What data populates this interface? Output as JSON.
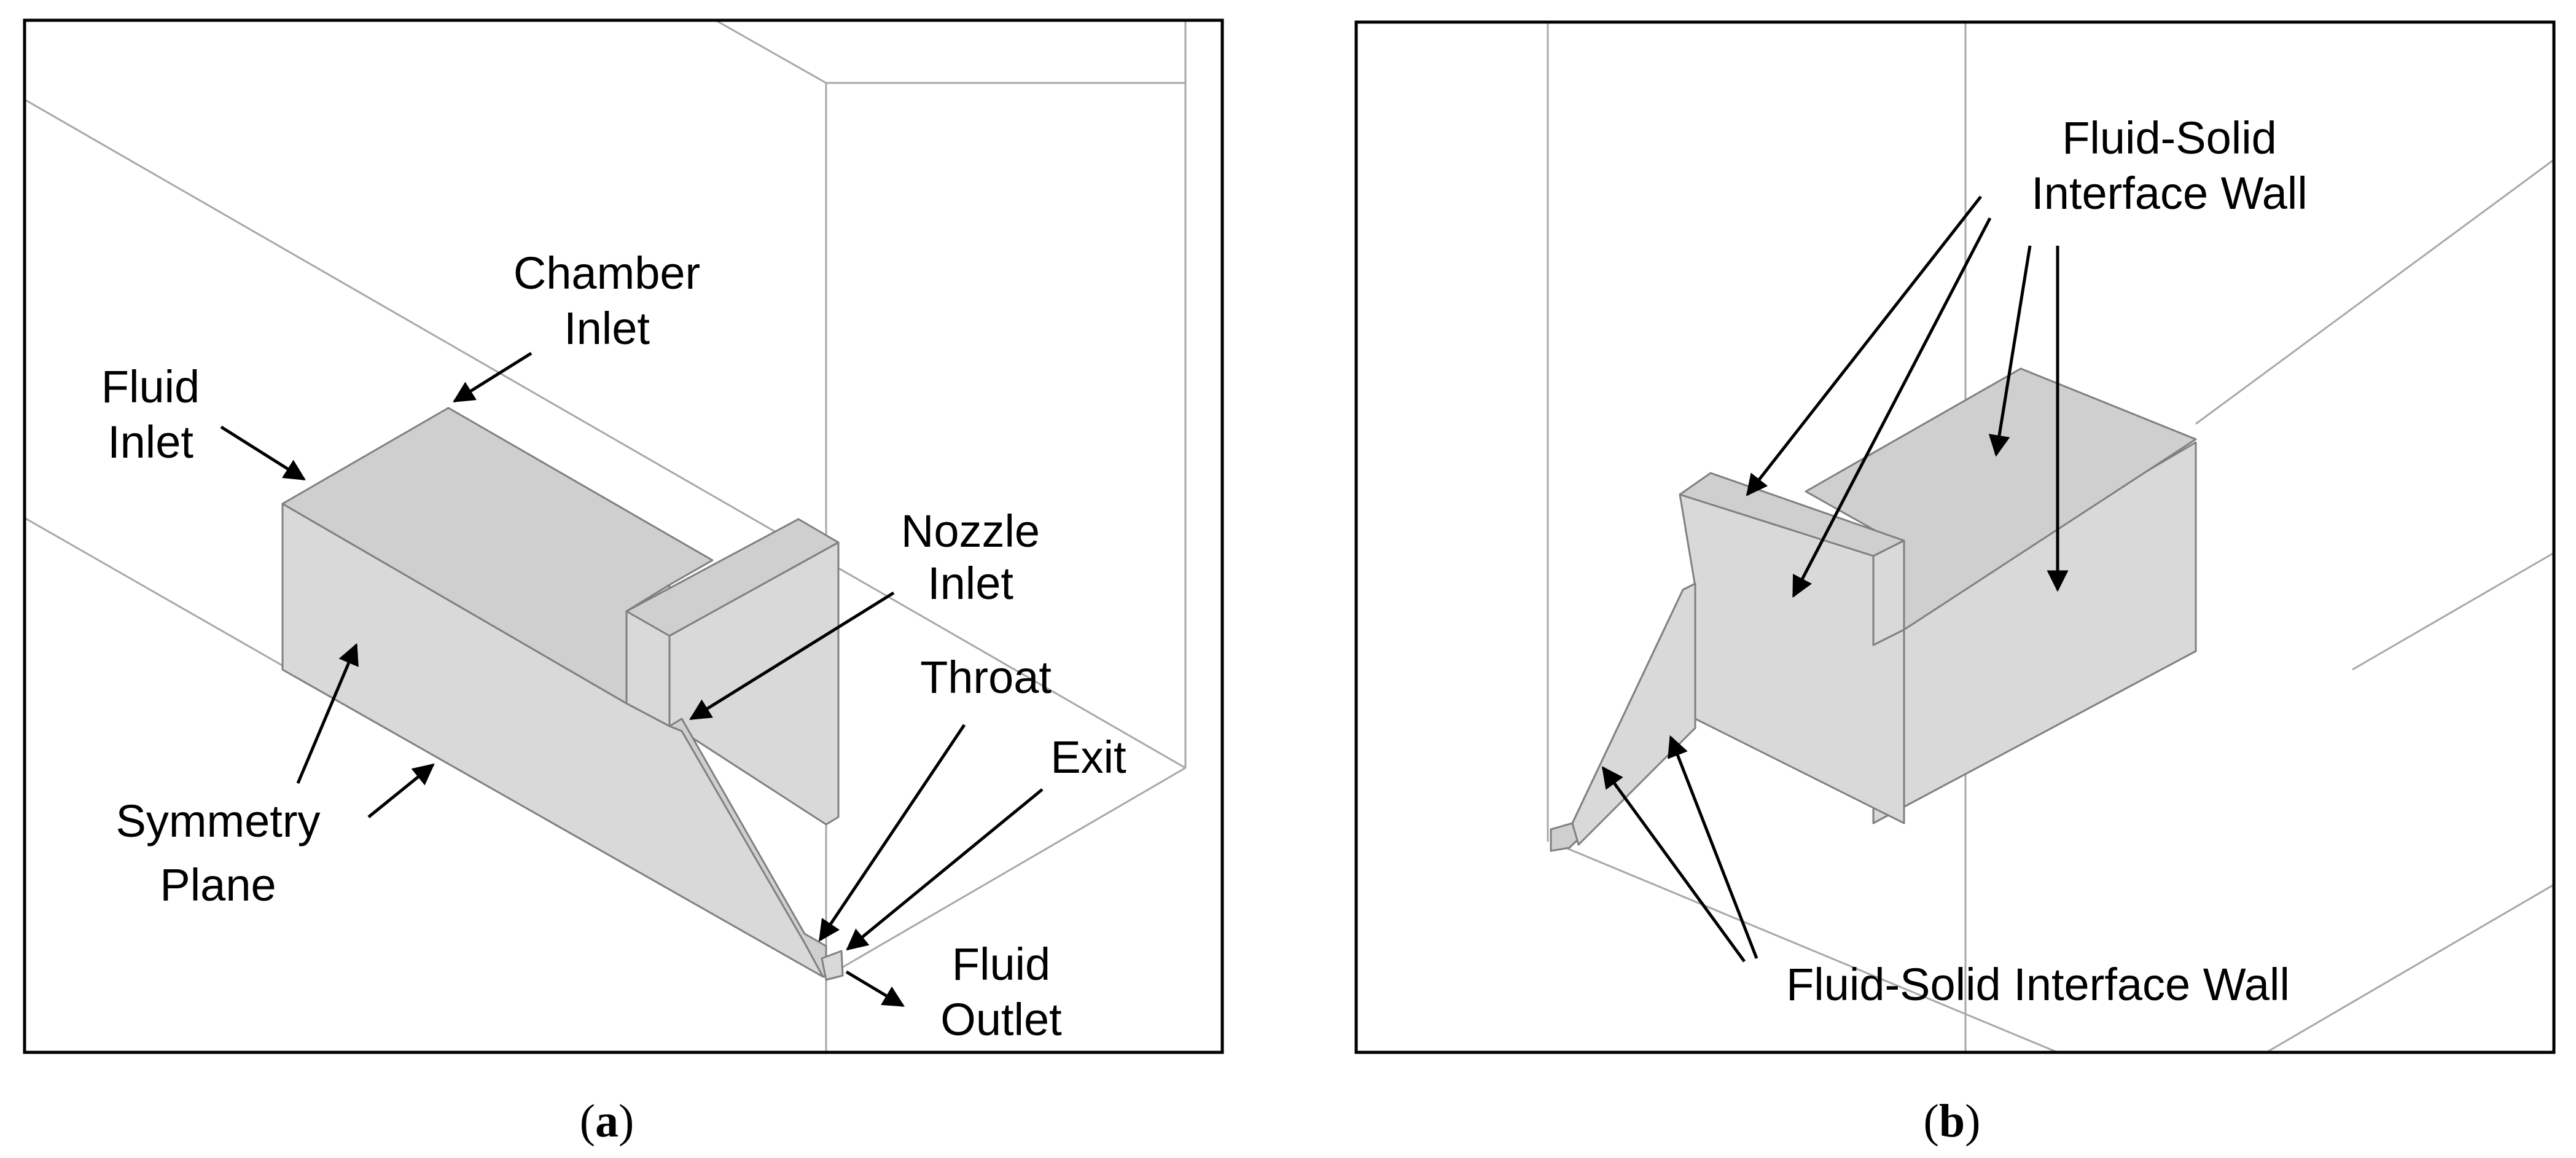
{
  "panel_a": {
    "labels": {
      "chamber_inlet": [
        "Chamber",
        "Inlet"
      ],
      "fluid_inlet": [
        "Fluid",
        "Inlet"
      ],
      "nozzle_inlet": [
        "Nozzle",
        "Inlet"
      ],
      "throat": "Throat",
      "exit": "Exit",
      "symmetry_plane": [
        "Symmetry",
        "Plane"
      ],
      "fluid_outlet": [
        "Fluid",
        "Outlet"
      ]
    },
    "caption": {
      "open": "(",
      "letter": "a",
      "close": ")"
    }
  },
  "panel_b": {
    "labels": {
      "interface_wall_top": [
        "Fluid-Solid",
        "Interface Wall"
      ],
      "interface_wall_bottom": "Fluid-Solid Interface Wall"
    },
    "caption": {
      "open": "(",
      "letter": "b",
      "close": ")"
    }
  },
  "colors": {
    "solid_fill": "#d9d9d9",
    "solid_edge": "#808080",
    "domain_lines": "#a8a8a8",
    "frame": "#000000"
  }
}
